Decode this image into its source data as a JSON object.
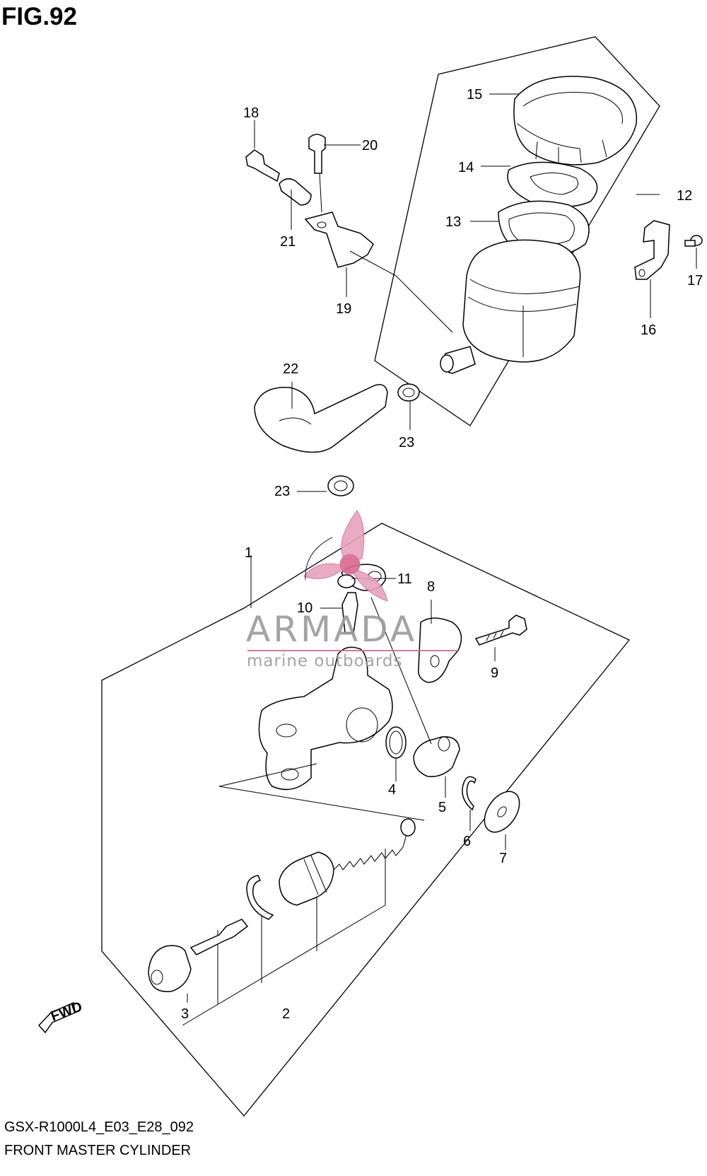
{
  "figure": {
    "title": "FIG.92"
  },
  "callouts": [
    "1",
    "2",
    "3",
    "4",
    "5",
    "6",
    "7",
    "8",
    "9",
    "10",
    "11",
    "12",
    "13",
    "14",
    "15",
    "16",
    "17",
    "18",
    "19",
    "20",
    "21",
    "22",
    "23",
    "23"
  ],
  "fwd_label": "FWD",
  "watermark": {
    "brand": "ARMADA",
    "tagline": "marine outboards",
    "accent_color": "#d9688f"
  },
  "footer": {
    "code": "GSX-R1000L4_E03_E28_092",
    "name": "FRONT MASTER CYLINDER"
  }
}
